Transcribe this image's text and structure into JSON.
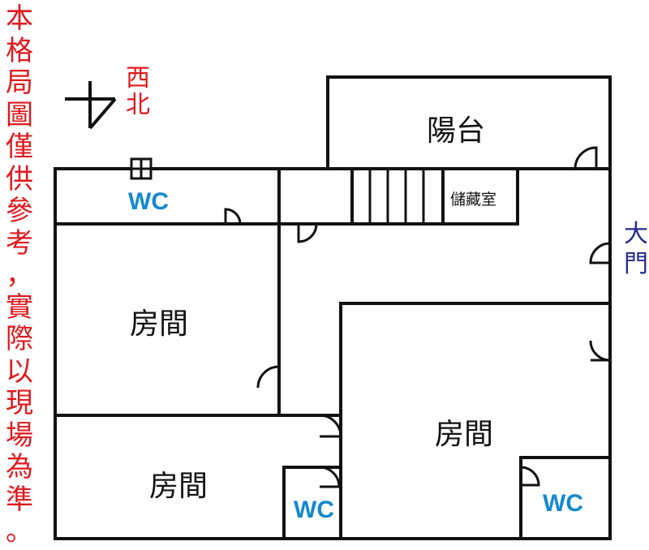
{
  "disclaimer": {
    "chars": [
      "本",
      "格",
      "局",
      "圖",
      "僅",
      "供",
      "參",
      "考",
      "，",
      "實",
      "際",
      "以",
      "現",
      "場",
      "為",
      "準",
      "。"
    ]
  },
  "compass": {
    "top": "西",
    "bottom": "北",
    "icon": "direction-cross-icon"
  },
  "entrance": {
    "top": "大",
    "bottom": "門",
    "icon": "door-icon"
  },
  "rooms": {
    "balcony": "陽台",
    "storage": "儲藏室",
    "room_left": "房間",
    "room_right": "房間",
    "room_bottom": "房間",
    "wc_top": "WC",
    "wc_middle": "WC",
    "wc_right": "WC"
  },
  "colors": {
    "wall": "#111111",
    "disclaimer_text": "#e0191d",
    "entrance_text": "#232a8c",
    "wc_text": "#1289cf"
  }
}
